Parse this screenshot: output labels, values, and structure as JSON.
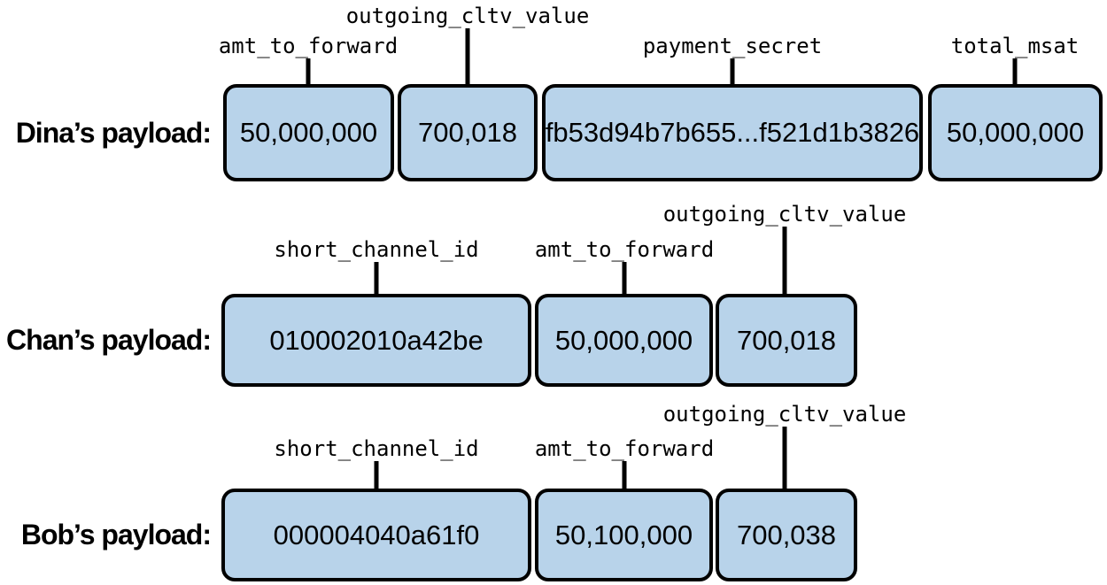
{
  "colors": {
    "box_fill": "#b8d3ea",
    "box_border": "#000000",
    "background": "#ffffff",
    "text": "#000000"
  },
  "rows": [
    {
      "label": "Dina’s payload:",
      "boxes": [
        {
          "field": "amt_to_forward",
          "value": "50,000,000"
        },
        {
          "field": "outgoing_cltv_value",
          "value": "700,018"
        },
        {
          "field": "payment_secret",
          "value": "fb53d94b7b655...f521d1b3826"
        },
        {
          "field": "total_msat",
          "value": "50,000,000"
        }
      ]
    },
    {
      "label": "Chan’s payload:",
      "boxes": [
        {
          "field": "short_channel_id",
          "value": "010002010a42be"
        },
        {
          "field": "amt_to_forward",
          "value": "50,000,000"
        },
        {
          "field": "outgoing_cltv_value",
          "value": "700,018"
        }
      ]
    },
    {
      "label": "Bob’s payload:",
      "boxes": [
        {
          "field": "short_channel_id",
          "value": "000004040a61f0"
        },
        {
          "field": "amt_to_forward",
          "value": "50,100,000"
        },
        {
          "field": "outgoing_cltv_value",
          "value": "700,038"
        }
      ]
    }
  ]
}
